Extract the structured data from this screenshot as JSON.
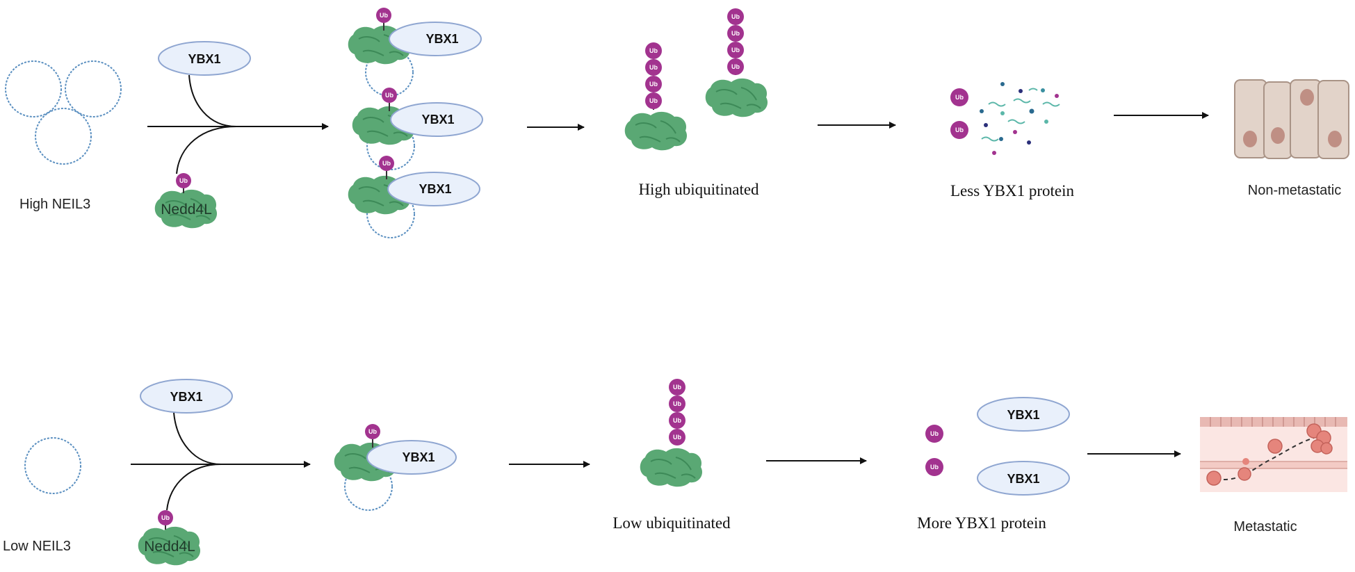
{
  "colors": {
    "ub": "#a2338f",
    "ybx1_fill": "#e9f0fb",
    "ybx1_stroke": "#8fa6d1",
    "protein": "#5aa874",
    "protein_dark": "#3d8a58",
    "neil3": "#5a8fc0",
    "arrow": "#111111"
  },
  "labels": {
    "ub": "Ub",
    "ybx1": "YBX1",
    "nedd4l": "Nedd4L"
  },
  "top_row": {
    "neil3_label": "High NEIL3",
    "stage2_label": "High ubiquitinated",
    "stage3_label": "Less YBX1 protein",
    "outcome_label": "Non-metastatic"
  },
  "bottom_row": {
    "neil3_label": "Low NEIL3",
    "stage2_label": "Low ubiquitinated",
    "stage3_label": "More YBX1 protein",
    "outcome_label": "Metastatic"
  }
}
